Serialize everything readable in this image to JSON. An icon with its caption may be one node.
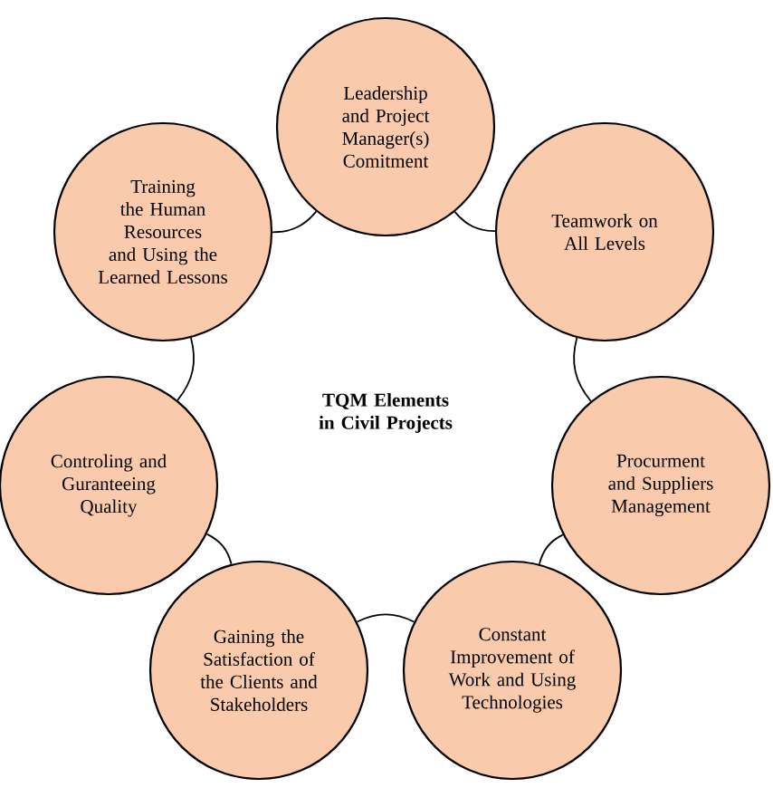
{
  "diagram": {
    "nodes": [
      {
        "text": [
          "Leadership and Project Manager(s) Comitment"
        ]
      },
      {
        "text": [
          "Training the Human Resources and Using the Learned Lessons"
        ]
      },
      {
        "text": [
          "Teamwork on All Levels"
        ]
      },
      {
        "text": [
          "TQM Elements in Civil Projects"
        ]
      },
      {
        "text": [
          "Controling and Guranteeing Quality"
        ]
      },
      {
        "text": [
          "Procurment and Suppliers Management"
        ]
      },
      {
        "text": [
          "Gaining the Satisfaction of the Clients and Stakeholders"
        ]
      },
      {
        "text": [
          "Constant Improvement of Work and Using Technologies"
        ]
      }
    ],
    "edges": [
      {
        "from": 0,
        "to": 2,
        "arrow": "none"
      },
      {
        "from": 2,
        "to": 5,
        "arrow": "none"
      },
      {
        "from": 5,
        "to": 7,
        "arrow": "none"
      },
      {
        "from": 7,
        "to": 6,
        "arrow": "none"
      },
      {
        "from": 6,
        "to": 4,
        "arrow": "none"
      },
      {
        "from": 4,
        "to": 1,
        "arrow": "none"
      },
      {
        "from": 1,
        "to": 0,
        "arrow": "none"
      }
    ]
  }
}
